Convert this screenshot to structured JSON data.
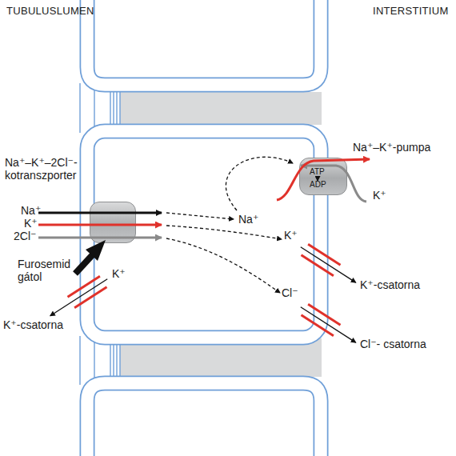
{
  "diagram": {
    "nodes": [
      {
        "text": [
          "Na⁺–K⁺–2Cl⁻- kotranszporter"
        ]
      },
      {
        "text": [
          "Na⁺–K⁺-pumpa",
          "ATP",
          "ADP"
        ]
      }
    ],
    "labels": [
      "TUBULUSLUMEN",
      "INTERSTITIUM",
      "Na⁺",
      "K⁺",
      "2Cl⁻",
      "Furosemid gátol",
      "K⁺",
      "K⁺-csatorna",
      "Na⁺",
      "K⁺",
      "K⁺",
      "K⁺-csatorna",
      "Cl⁻",
      "Cl⁻- csatorna"
    ]
  }
}
